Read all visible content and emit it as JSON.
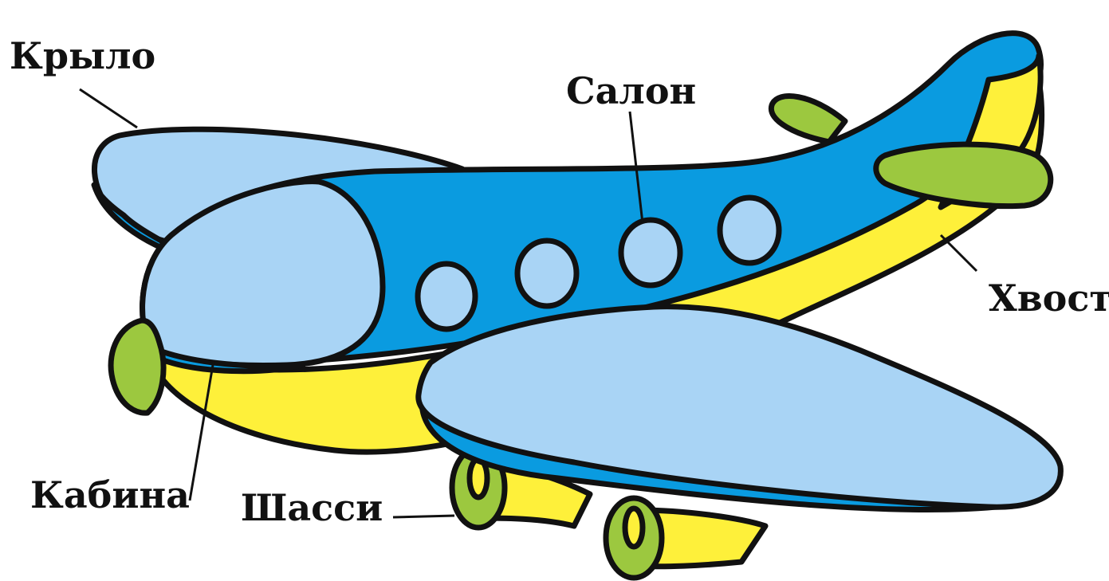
{
  "diagram": {
    "colors": {
      "fuselage": "#0a9be0",
      "light_blue": "#a9d4f5",
      "yellow": "#fef03a",
      "green": "#9cc83f",
      "outline": "#111111"
    },
    "labels": {
      "wing": "Крыло",
      "cabin": "Салон",
      "tail": "Хвост",
      "cockpit": "Кабина",
      "landing_gear": "Шасси"
    }
  }
}
